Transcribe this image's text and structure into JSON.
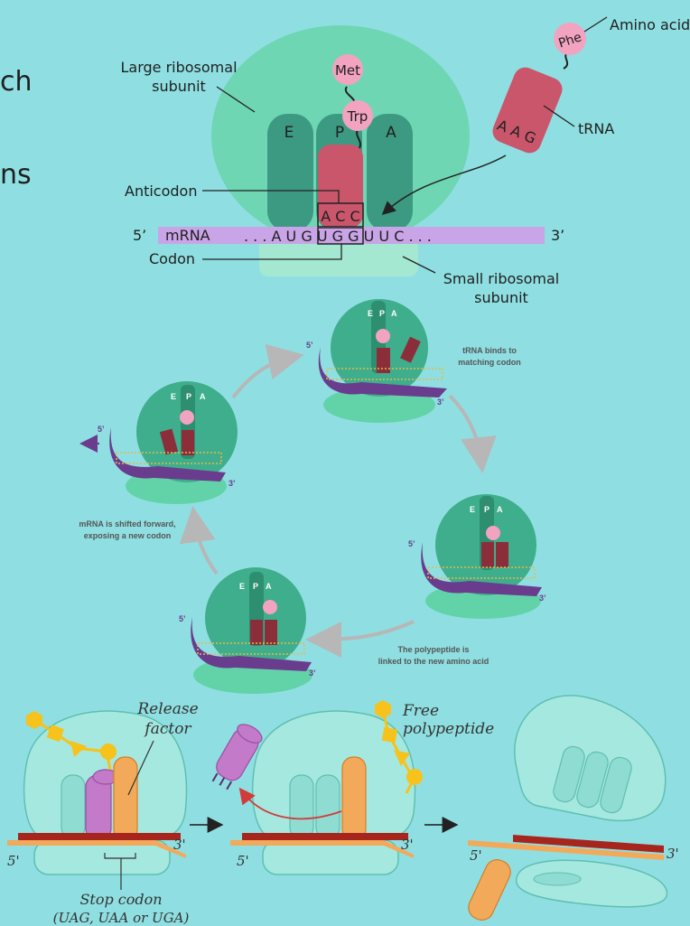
{
  "partial_text": {
    "line1_fragment": "ch",
    "line2_fragment": "ns"
  },
  "top_diagram": {
    "large_subunit_line1": "Large ribosomal",
    "large_subunit_line2": "subunit",
    "site_e": "E",
    "site_p": "P",
    "site_a": "A",
    "met": "Met",
    "trp": "Trp",
    "phe": "Phe",
    "amino_acid": "Amino acid",
    "trna": "tRNA",
    "trna_anticodon": "A A G",
    "anticodon_label": "Anticodon",
    "anticodon_seq": "A C C",
    "five_prime": "5’",
    "three_prime": "3’",
    "mrna": "mRNA",
    "mrna_seq": ". . . A U G U G G U U C . . .",
    "codon_label": "Codon",
    "small_subunit_line1": "Small ribosomal",
    "small_subunit_line2": "subunit"
  },
  "cycle": {
    "epa": [
      "E",
      "P",
      "A"
    ],
    "five_prime": "5’",
    "three_prime": "3’",
    "step_bind_line1": "tRNA binds to",
    "step_bind_line2": "matching codon",
    "step_link_line1": "The polypeptide is",
    "step_link_line2": "linked to the new amino acid",
    "step_shift_line1": "mRNA is shifted forward,",
    "step_shift_line2": "exposing a new codon"
  },
  "termination": {
    "release_line1": "Release",
    "release_line2": "factor",
    "free_line1": "Free",
    "free_line2": "polypeptide",
    "stop_line1": "Stop codon",
    "stop_line2": "(UAG, UAA or UGA)",
    "five_prime": "5'",
    "three_prime": "3'"
  },
  "colors": {
    "background": "#8fdfe2",
    "large_subunit": "#6fd6b4",
    "site_dark": "#3d9a82",
    "trna": "#c9566b",
    "amino_acid": "#f2a3bf",
    "mrna": "#c9a4e6",
    "small_subunit": "#a5e8d2",
    "cycle_body": "#3fae8c",
    "cycle_trna": "#8c2e3a",
    "cycle_mrna": "#6a3c8e",
    "release_factor": "#c27ac9",
    "orange_trna": "#f2a95a",
    "polypeptide": "#f6c21b",
    "codon_bars": "#a6261e"
  }
}
